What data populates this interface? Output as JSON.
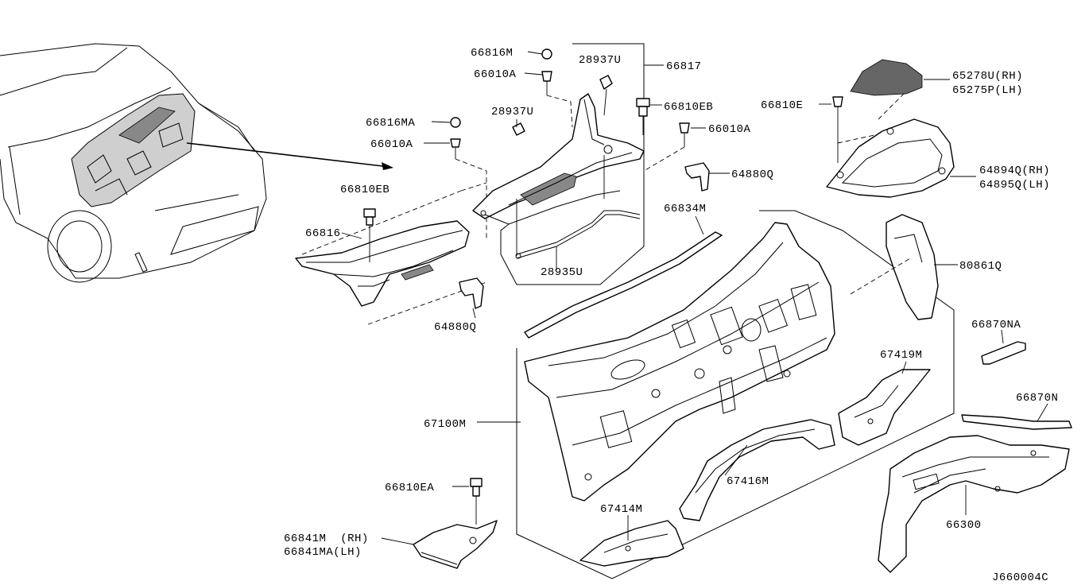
{
  "diagram_id": "J660004C",
  "labels": {
    "p66816M": "66816M",
    "p66010A_top": "66010A",
    "p28937U_top": "28937U",
    "p66817": "66817",
    "p66816MA": "66816MA",
    "p66010A_left": "66010A",
    "p28937U_mid": "28937U",
    "p66810EB_mid": "66810EB",
    "p66010A_mid": "66010A",
    "p64880Q_mid": "64880Q",
    "p66810EB_left": "66810EB",
    "p66816": "66816",
    "p64880Q_low": "64880Q",
    "p28935U": "28935U",
    "p66834M": "66834M",
    "p65278U": "65278U(RH)",
    "p65275P": "65275P(LH)",
    "p66810E": "66810E",
    "p64894Q": "64894Q(RH)",
    "p64895Q": "64895Q(LH)",
    "p80861Q": "80861Q",
    "p66870NA": "66870NA",
    "p67419M": "67419M",
    "p66870N": "66870N",
    "p67100M": "67100M",
    "p67416M": "67416M",
    "p66300": "66300",
    "p66810EA": "66810EA",
    "p67414M": "67414M",
    "p66841M": "66841M  (RH)",
    "p66841MA": "66841MA(LH)"
  },
  "icons": [
    "car-front-view",
    "cowl-top-cover",
    "dash-panel",
    "clip-fastener",
    "insulator-pad",
    "bracket"
  ]
}
